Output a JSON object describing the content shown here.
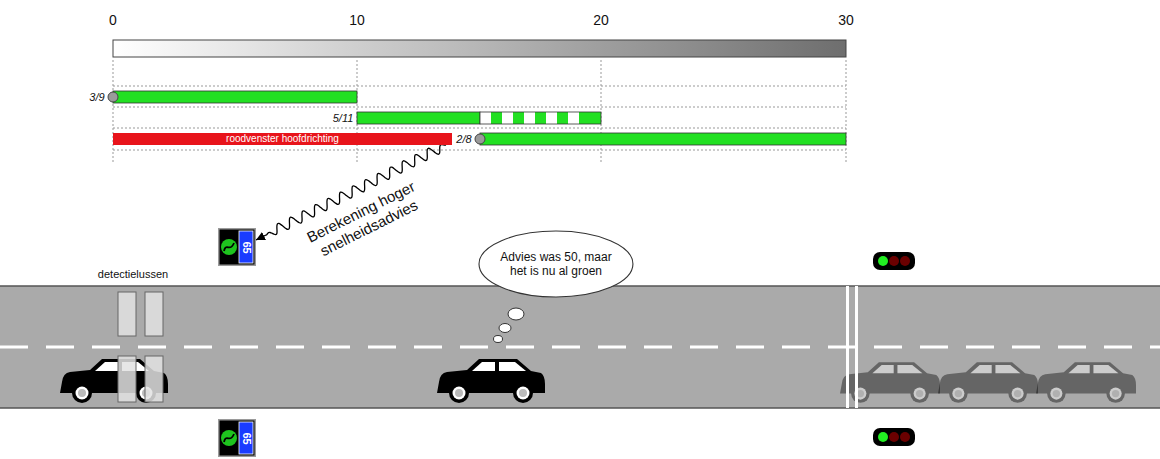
{
  "diagram": {
    "nodes": [
      {
        "text": [
          "roodvenster hoofdrichting"
        ]
      },
      {
        "text": [
          "65"
        ]
      },
      {
        "text": [
          "65"
        ]
      },
      {
        "text": [
          "Advies was 50, maar het is nu al groen"
        ]
      }
    ],
    "edges": [
      {
        "from": 0,
        "to": 1,
        "arrow": "to",
        "label": "Berekening hoger snelheidsadvies"
      }
    ],
    "labels": [
      "0",
      "10",
      "20",
      "30",
      "3/9",
      "5/11",
      "2/8",
      "detectielussen"
    ]
  }
}
